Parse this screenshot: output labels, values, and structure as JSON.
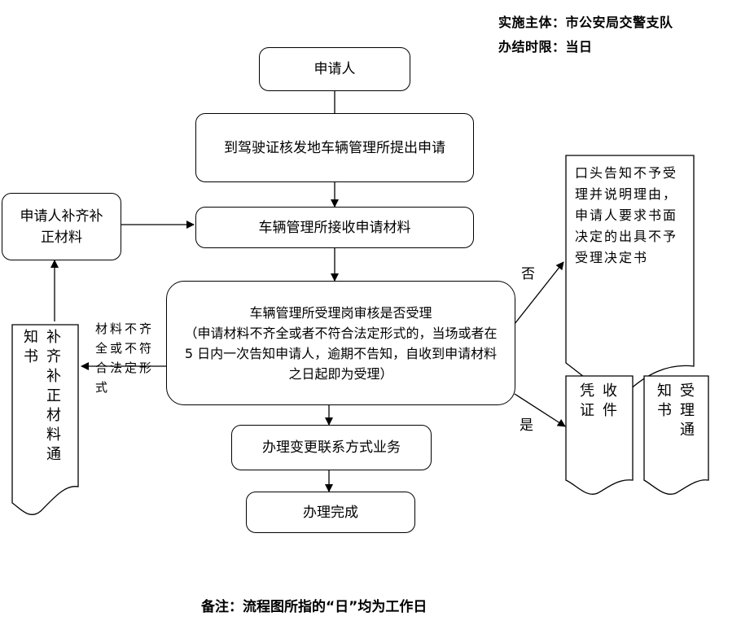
{
  "header": {
    "implementer": "实施主体：市公安局交警支队",
    "time_limit": "办结时限：当日"
  },
  "steps": {
    "applicant": "申请人",
    "submit_application": "到驾驶证核发地车辆管理所提出申请",
    "receive_materials": "车辆管理所接收申请材料",
    "review": {
      "line1": "车辆管理所受理岗审核是否受理",
      "line2": "（申请材料不齐全或者不符合法定形式的，当场或者在 5 日内一次告知申请人，逾期不告知，自收到申请材料之日起即为受理）"
    },
    "process_business": "办理变更联系方式业务",
    "complete": "办理完成",
    "supplement_materials": "申请人补齐补正材料"
  },
  "documents": {
    "supplement_notice": "补齐补正材料通知书",
    "rejection_notice": "口头告知不予受理并说明理由，申请人要求书面决定的出具不予受理决定书",
    "receipt": "收件凭证",
    "acceptance_notice": "受理通知书"
  },
  "edge_labels": {
    "incomplete": "材料不齐全或不符合法定形式",
    "no": "否",
    "yes": "是"
  },
  "footer": {
    "note": "备注：流程图所指的“日”均为工作日"
  },
  "colors": {
    "line": "#000000",
    "background": "#ffffff"
  }
}
